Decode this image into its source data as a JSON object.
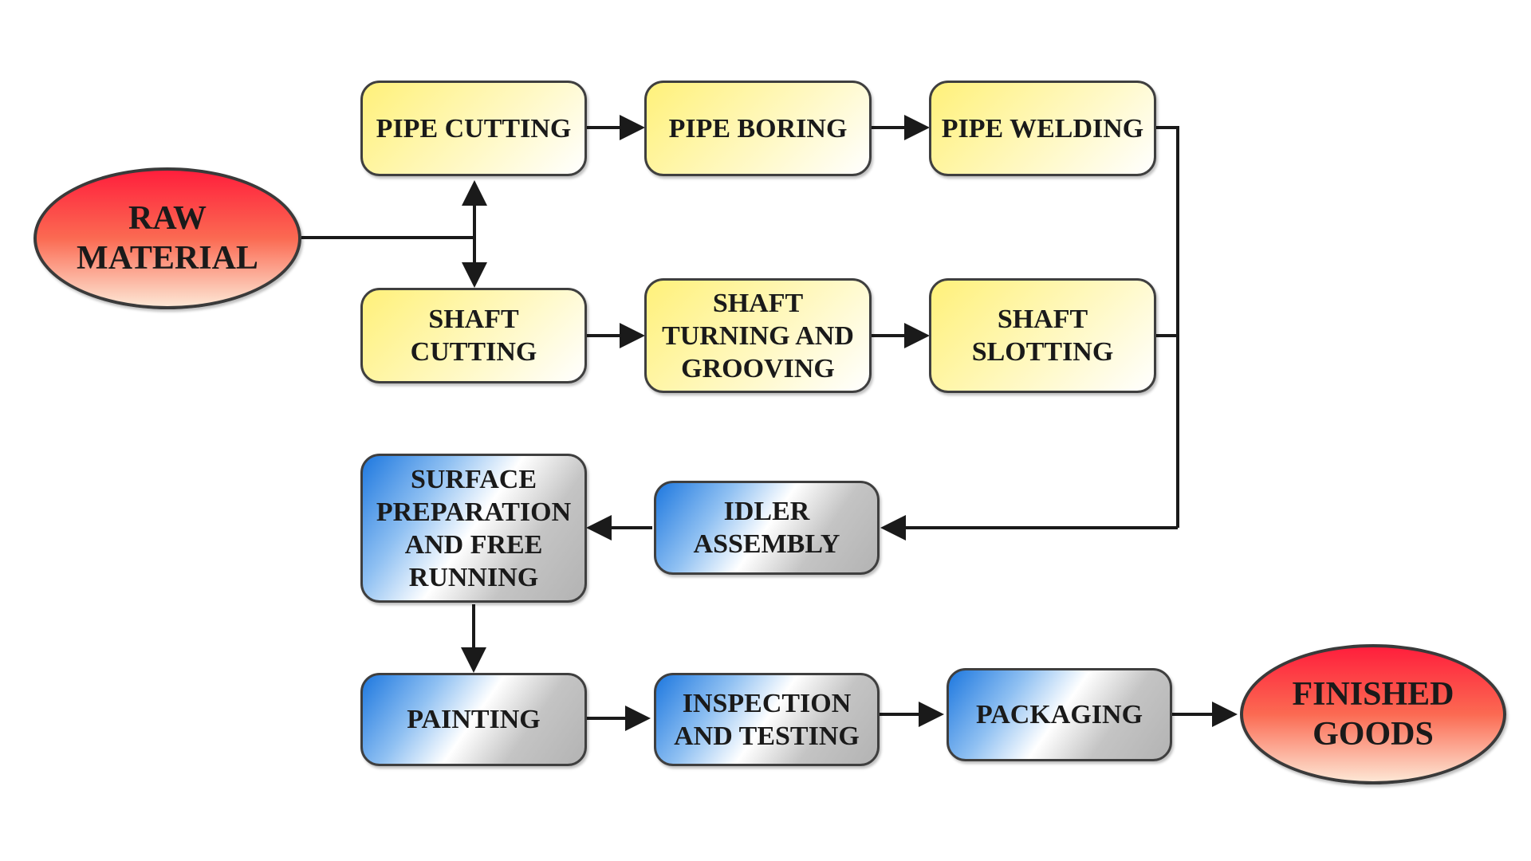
{
  "nodes": {
    "raw_material": "RAW\nMATERIAL",
    "pipe_cutting": "PIPE CUTTING",
    "pipe_boring": "PIPE BORING",
    "pipe_welding": "PIPE WELDING",
    "shaft_cutting": "SHAFT\nCUTTING",
    "shaft_turning": "SHAFT\nTURNING AND\nGROOVING",
    "shaft_slotting": "SHAFT\nSLOTTING",
    "idler_assembly": "IDLER\nASSEMBLY",
    "surface_prep": "SURFACE\nPREPARATION\nAND FREE\nRUNNING",
    "painting": "PAINTING",
    "inspection": "INSPECTION\nAND TESTING",
    "packaging": "PACKAGING",
    "finished_goods": "FINISHED\nGOODS"
  },
  "colors": {
    "process_stage_1": "#fff17a",
    "process_stage_2": "#1e78df",
    "terminal": "#ff1f3c",
    "connector": "#1a1a1a"
  },
  "edges": [
    [
      "raw_material",
      "pipe_cutting"
    ],
    [
      "raw_material",
      "shaft_cutting"
    ],
    [
      "pipe_cutting",
      "pipe_boring"
    ],
    [
      "pipe_boring",
      "pipe_welding"
    ],
    [
      "shaft_cutting",
      "shaft_turning"
    ],
    [
      "shaft_turning",
      "shaft_slotting"
    ],
    [
      "pipe_welding",
      "idler_assembly"
    ],
    [
      "shaft_slotting",
      "idler_assembly"
    ],
    [
      "idler_assembly",
      "surface_prep"
    ],
    [
      "surface_prep",
      "painting"
    ],
    [
      "painting",
      "inspection"
    ],
    [
      "inspection",
      "packaging"
    ],
    [
      "packaging",
      "finished_goods"
    ]
  ]
}
